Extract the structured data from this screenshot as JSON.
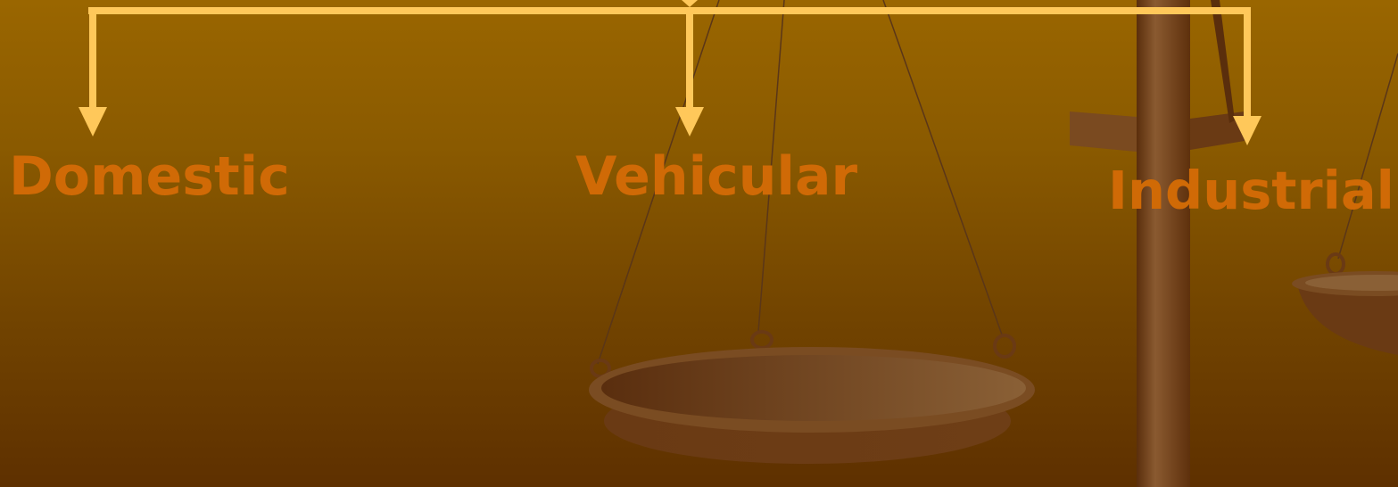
{
  "labels": {
    "domestic": "Domestic",
    "vehicular": "Vehicular",
    "industrial": "Industrial"
  },
  "colors": {
    "background_top": "#9a6600",
    "background_bottom": "#5e3000",
    "connector": "#ffc85a",
    "label_text": "#d06a06"
  }
}
